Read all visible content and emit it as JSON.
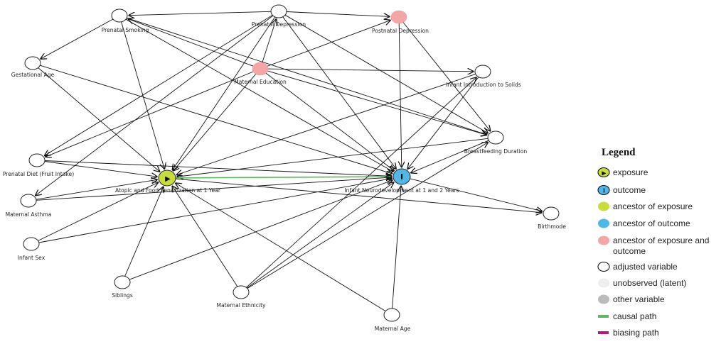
{
  "colors": {
    "exposure": "#c8dc3a",
    "outcome": "#4fb8e8",
    "ancestor_exposure": "#c8dc3a",
    "ancestor_outcome": "#4fb8e8",
    "ancestor_both": "#f4a6a6",
    "adjusted": "#ffffff",
    "unobserved": "#eeeeee",
    "other": "#bbbbbb",
    "causal_path": "#5cb85c",
    "biasing_path": "#c0166f",
    "edge": "#111111"
  },
  "nodes": [
    {
      "id": "prenatal_smoking",
      "label": "Prenatal Smoking",
      "role": "adjusted"
    },
    {
      "id": "prenatal_depression",
      "label": "Prenatal Depression",
      "role": "adjusted"
    },
    {
      "id": "postnatal_depression",
      "label": "Postnatal Depression",
      "role": "ancestor_both"
    },
    {
      "id": "gestational_age",
      "label": "Gestational Age",
      "role": "adjusted"
    },
    {
      "id": "maternal_education",
      "label": "Maternal Education",
      "role": "ancestor_both"
    },
    {
      "id": "infant_solids",
      "label": "Infant Introduction to Solids",
      "role": "adjusted"
    },
    {
      "id": "breastfeeding",
      "label": "Breastfeeding Duration",
      "role": "adjusted"
    },
    {
      "id": "prenatal_diet",
      "label": "Prenatal Diet (Fruit Intake)",
      "role": "adjusted"
    },
    {
      "id": "atopic",
      "label": "Atopic and Food Sensitization at 1 Year",
      "role": "exposure",
      "glyph": "▶"
    },
    {
      "id": "neuro",
      "label": "Infant Neurodevelopment at 1 and 2 Years",
      "role": "outcome",
      "glyph": "I"
    },
    {
      "id": "maternal_asthma",
      "label": "Maternal Asthma",
      "role": "adjusted"
    },
    {
      "id": "birthmode",
      "label": "Birthmode",
      "role": "adjusted"
    },
    {
      "id": "infant_sex",
      "label": "Infant Sex",
      "role": "adjusted"
    },
    {
      "id": "siblings",
      "label": "Siblings",
      "role": "adjusted"
    },
    {
      "id": "maternal_ethnicity",
      "label": "Maternal Ethnicity",
      "role": "adjusted"
    },
    {
      "id": "maternal_age",
      "label": "Maternal Age",
      "role": "adjusted"
    }
  ],
  "edges": [
    [
      "prenatal_depression",
      "prenatal_smoking"
    ],
    [
      "prenatal_smoking",
      "gestational_age"
    ],
    [
      "prenatal_smoking",
      "atopic"
    ],
    [
      "prenatal_smoking",
      "neuro"
    ],
    [
      "prenatal_smoking",
      "breastfeeding"
    ],
    [
      "prenatal_depression",
      "postnatal_depression"
    ],
    [
      "prenatal_depression",
      "neuro"
    ],
    [
      "prenatal_depression",
      "breastfeeding"
    ],
    [
      "prenatal_depression",
      "prenatal_diet"
    ],
    [
      "prenatal_depression",
      "maternal_asthma"
    ],
    [
      "prenatal_depression",
      "atopic"
    ],
    [
      "maternal_education",
      "prenatal_smoking"
    ],
    [
      "maternal_education",
      "prenatal_depression"
    ],
    [
      "maternal_education",
      "postnatal_depression"
    ],
    [
      "maternal_education",
      "infant_solids"
    ],
    [
      "maternal_education",
      "breastfeeding"
    ],
    [
      "maternal_education",
      "prenatal_diet"
    ],
    [
      "maternal_education",
      "atopic"
    ],
    [
      "maternal_education",
      "neuro"
    ],
    [
      "postnatal_depression",
      "neuro"
    ],
    [
      "postnatal_depression",
      "breastfeeding"
    ],
    [
      "gestational_age",
      "atopic"
    ],
    [
      "gestational_age",
      "neuro"
    ],
    [
      "infant_solids",
      "atopic"
    ],
    [
      "infant_solids",
      "neuro"
    ],
    [
      "breastfeeding",
      "atopic"
    ],
    [
      "breastfeeding",
      "neuro"
    ],
    [
      "prenatal_diet",
      "atopic"
    ],
    [
      "prenatal_diet",
      "neuro"
    ],
    [
      "maternal_asthma",
      "atopic"
    ],
    [
      "maternal_asthma",
      "neuro"
    ],
    [
      "atopic",
      "neuro"
    ],
    [
      "neuro",
      "birthmode"
    ],
    [
      "atopic",
      "birthmode"
    ],
    [
      "infant_sex",
      "atopic"
    ],
    [
      "infant_sex",
      "neuro"
    ],
    [
      "siblings",
      "atopic"
    ],
    [
      "siblings",
      "neuro"
    ],
    [
      "maternal_ethnicity",
      "atopic"
    ],
    [
      "maternal_ethnicity",
      "neuro"
    ],
    [
      "maternal_ethnicity",
      "infant_solids"
    ],
    [
      "maternal_ethnicity",
      "breastfeeding"
    ],
    [
      "maternal_age",
      "atopic"
    ],
    [
      "maternal_age",
      "neuro"
    ]
  ],
  "causal_edges": [
    [
      "atopic",
      "neuro"
    ]
  ],
  "legend": {
    "title": "Legend",
    "items": [
      {
        "kind": "exposure",
        "label": "exposure"
      },
      {
        "kind": "outcome",
        "label": "outcome"
      },
      {
        "kind": "ancestor_exposure",
        "label": "ancestor of exposure"
      },
      {
        "kind": "ancestor_outcome",
        "label": "ancestor of outcome"
      },
      {
        "kind": "ancestor_both",
        "label": "ancestor of exposure and",
        "label2": "outcome"
      },
      {
        "kind": "adjusted",
        "label": "adjusted variable"
      },
      {
        "kind": "unobserved",
        "label": "unobserved (latent)"
      },
      {
        "kind": "other",
        "label": "other variable"
      },
      {
        "kind": "causal_path",
        "label": "causal path"
      },
      {
        "kind": "biasing_path",
        "label": "biasing path"
      }
    ]
  }
}
